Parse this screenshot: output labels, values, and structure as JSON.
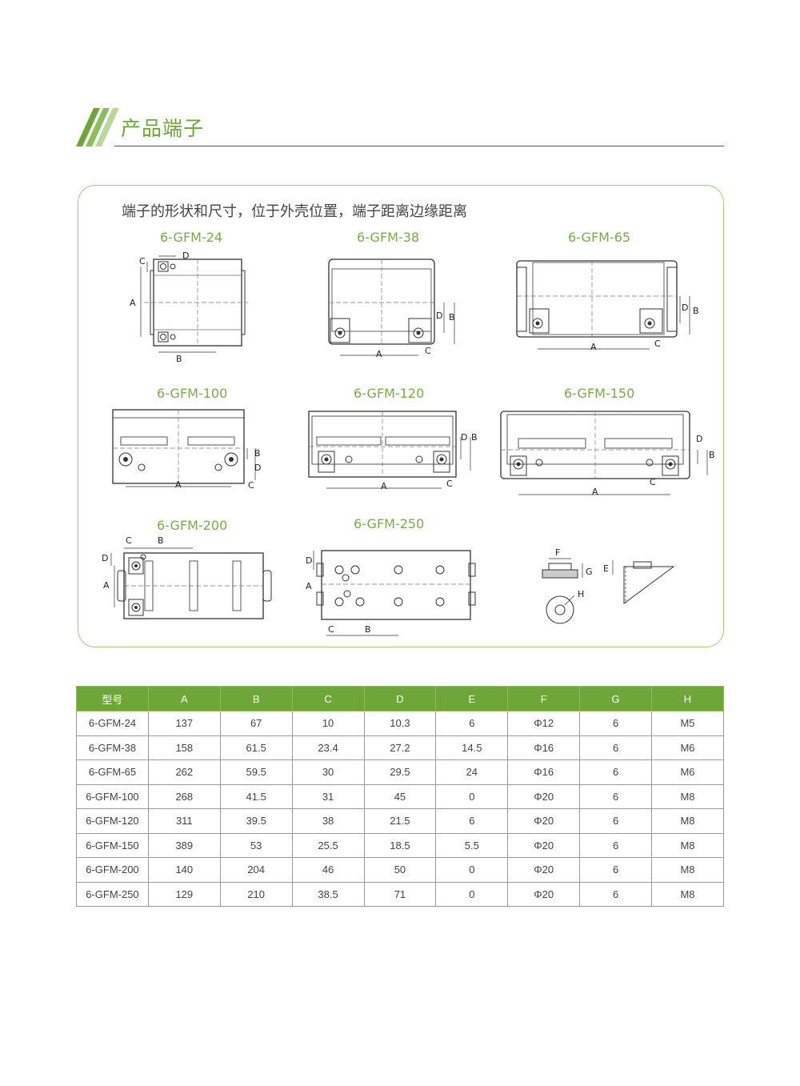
{
  "header": {
    "title": "产品端子"
  },
  "panel": {
    "caption": "端子的形状和尺寸，位于外壳位置，端子距离边缘距离",
    "models": [
      "6-GFM-24",
      "6-GFM-38",
      "6-GFM-65",
      "6-GFM-100",
      "6-GFM-120",
      "6-GFM-150",
      "6-GFM-200",
      "6-GFM-250"
    ],
    "dim_letters": {
      "A": "A",
      "B": "B",
      "C": "C",
      "D": "D",
      "E": "E",
      "F": "F",
      "G": "G",
      "H": "H"
    }
  },
  "table": {
    "headers": [
      "型号",
      "A",
      "B",
      "C",
      "D",
      "E",
      "F",
      "G",
      "H"
    ],
    "rows": [
      [
        "6-GFM-24",
        "137",
        "67",
        "10",
        "10.3",
        "6",
        "Φ12",
        "6",
        "M5"
      ],
      [
        "6-GFM-38",
        "158",
        "61.5",
        "23.4",
        "27.2",
        "14.5",
        "Φ16",
        "6",
        "M6"
      ],
      [
        "6-GFM-65",
        "262",
        "59.5",
        "30",
        "29.5",
        "24",
        "Φ16",
        "6",
        "M6"
      ],
      [
        "6-GFM-100",
        "268",
        "41.5",
        "31",
        "45",
        "0",
        "Φ20",
        "6",
        "M8"
      ],
      [
        "6-GFM-120",
        "311",
        "39.5",
        "38",
        "21.5",
        "6",
        "Φ20",
        "6",
        "M8"
      ],
      [
        "6-GFM-150",
        "389",
        "53",
        "25.5",
        "18.5",
        "5.5",
        "Φ20",
        "6",
        "M8"
      ],
      [
        "6-GFM-200",
        "140",
        "204",
        "46",
        "50",
        "0",
        "Φ20",
        "6",
        "M8"
      ],
      [
        "6-GFM-250",
        "129",
        "210",
        "38.5",
        "71",
        "0",
        "Φ20",
        "6",
        "M8"
      ]
    ]
  }
}
